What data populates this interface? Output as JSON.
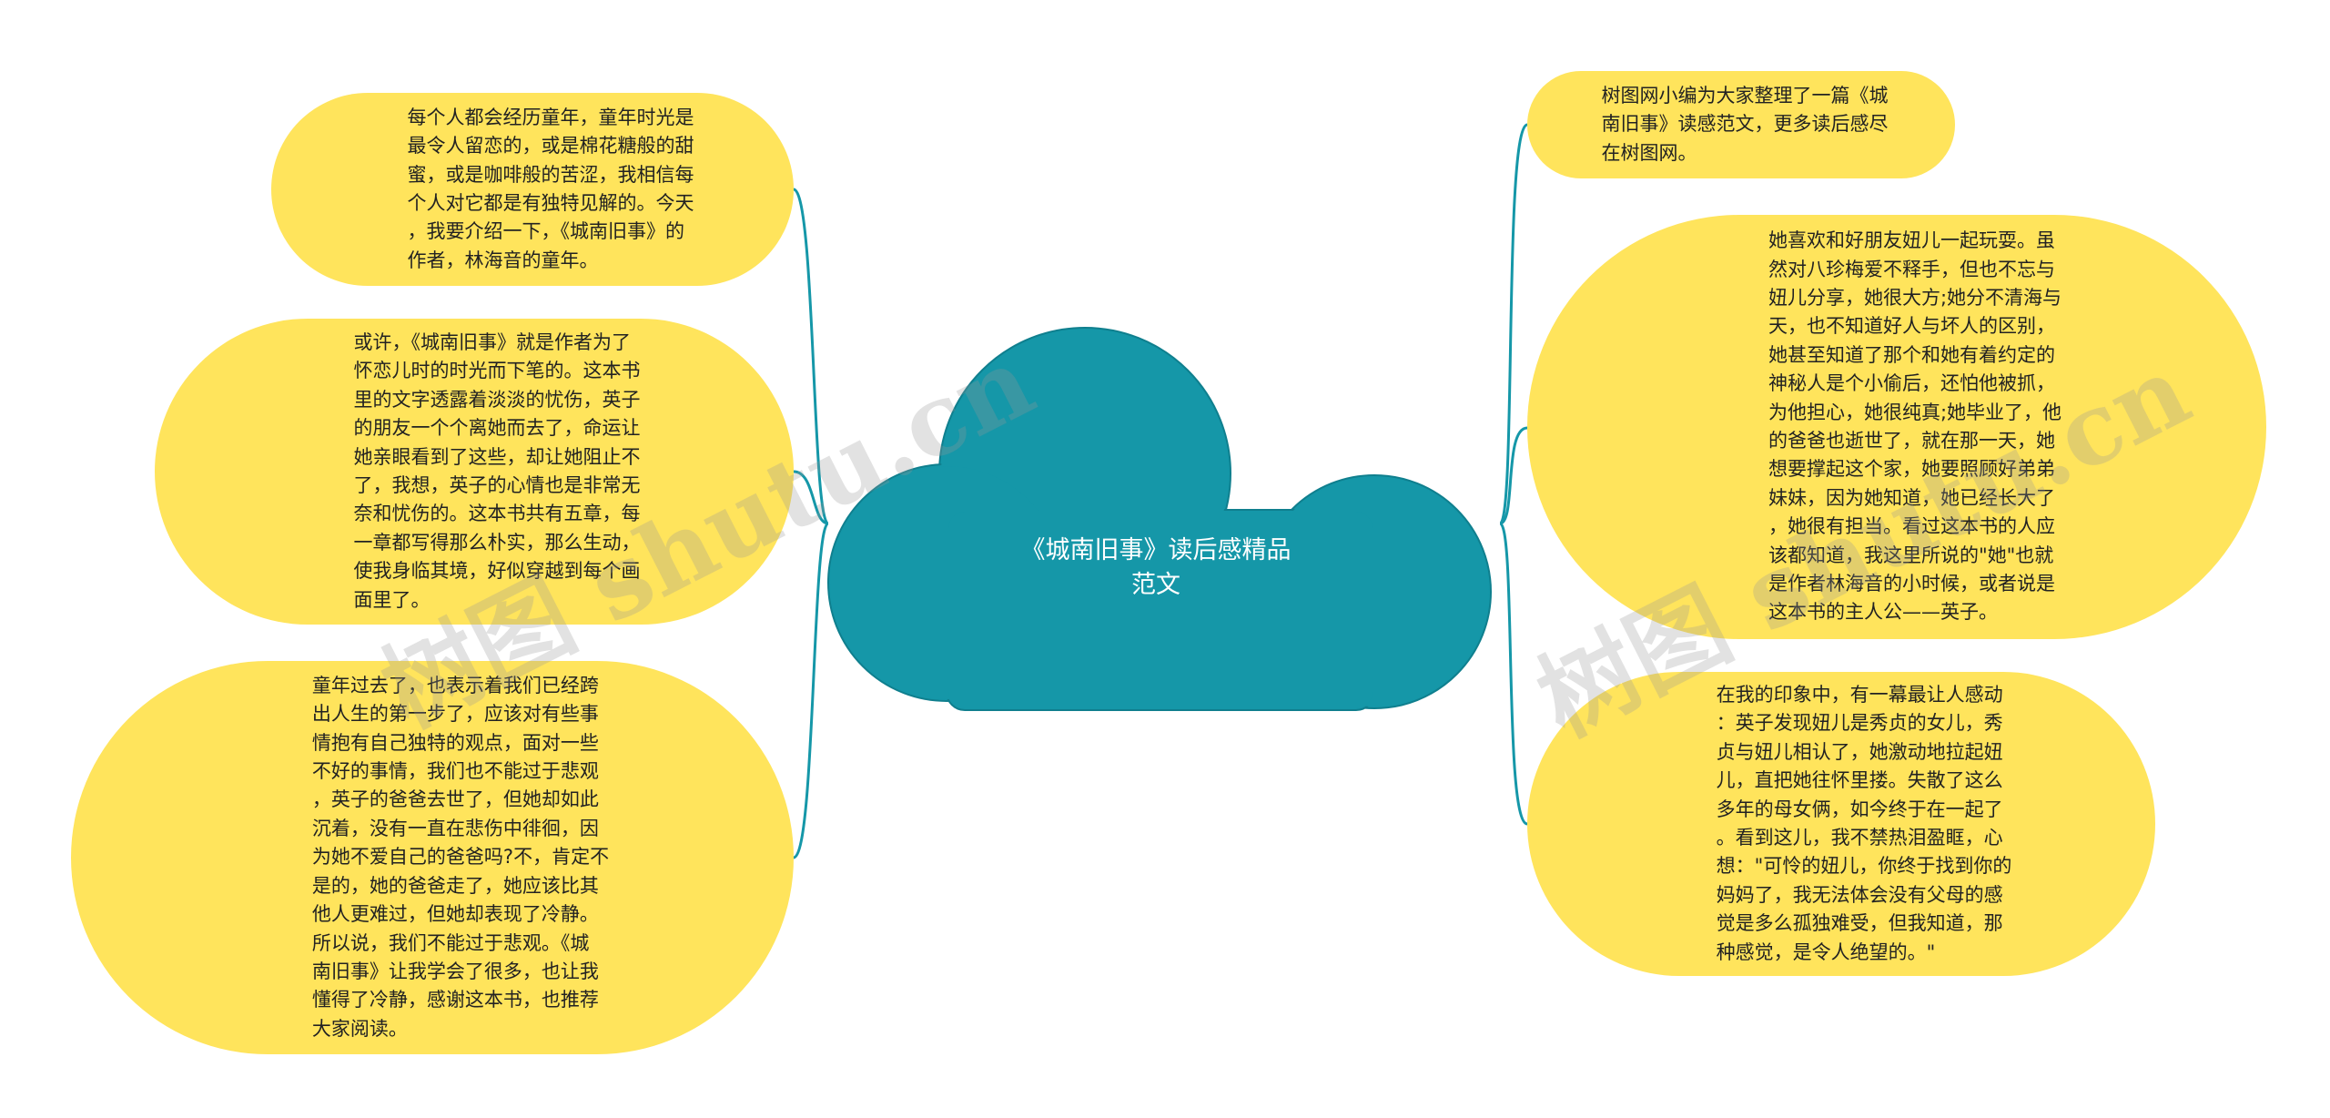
{
  "colors": {
    "bubble": "#ffe45c",
    "cloud": "#1597a8",
    "connector": "#1597a8",
    "text": "#222222",
    "center_text": "#ffffff"
  },
  "center": {
    "title": "《城南旧事》读后感精品\n范文"
  },
  "nodes": {
    "left_1": "每个人都会经历童年，童年时光是\n最令人留恋的，或是棉花糖般的甜\n蜜，或是咖啡般的苦涩，我相信每\n个人对它都是有独特见解的。今天\n，我要介绍一下，《城南旧事》的\n作者，林海音的童年。",
    "left_2": "或许，《城南旧事》就是作者为了\n怀恋儿时的时光而下笔的。这本书\n里的文字透露着淡淡的忧伤，英子\n的朋友一个个离她而去了，命运让\n她亲眼看到了这些，却让她阻止不\n了，我想，英子的心情也是非常无\n奈和忧伤的。这本书共有五章，每\n一章都写得那么朴实，那么生动，\n使我身临其境，好似穿越到每个画\n面里了。",
    "left_3": "童年过去了，也表示着我们已经跨\n出人生的第一步了，应该对有些事\n情抱有自己独特的观点，面对一些\n不好的事情，我们也不能过于悲观\n，英子的爸爸去世了，但她却如此\n沉着，没有一直在悲伤中徘徊，因\n为她不爱自己的爸爸吗?不，肯定不\n是的，她的爸爸走了，她应该比其\n他人更难过，但她却表现了冷静。\n所以说，我们不能过于悲观。《城\n南旧事》让我学会了很多，也让我\n懂得了冷静，感谢这本书，也推荐\n大家阅读。",
    "right_1": "树图网小编为大家整理了一篇《城\n南旧事》读感范文，更多读后感尽\n在树图网。",
    "right_2": "她喜欢和好朋友妞儿一起玩耍。虽\n然对八珍梅爱不释手，但也不忘与\n妞儿分享，她很大方;她分不清海与\n天，也不知道好人与坏人的区别，\n她甚至知道了那个和她有着约定的\n神秘人是个小偷后，还怕他被抓，\n为他担心，她很纯真;她毕业了，他\n的爸爸也逝世了，就在那一天，她\n想要撑起这个家，她要照顾好弟弟\n妹妹，因为她知道，她已经长大了\n，她很有担当。看过这本书的人应\n该都知道，我这里所说的\"她\"也就\n是作者林海音的小时候，或者说是\n这本书的主人公——英子。",
    "right_3": "在我的印象中，有一幕最让人感动\n：英子发现妞儿是秀贞的女儿，秀\n贞与妞儿相认了，她激动地拉起妞\n儿，直把她往怀里搂。失散了这么\n多年的母女俩，如今终于在一起了\n。看到这儿，我不禁热泪盈眶，心\n想：\"可怜的妞儿，你终于找到你的\n妈妈了，我无法体会没有父母的感\n觉是多么孤独难受，但我知道，那\n种感觉，是令人绝望的。\""
  },
  "watermarks": [
    "树图 shutu.cn",
    "树图 shutu.cn"
  ]
}
